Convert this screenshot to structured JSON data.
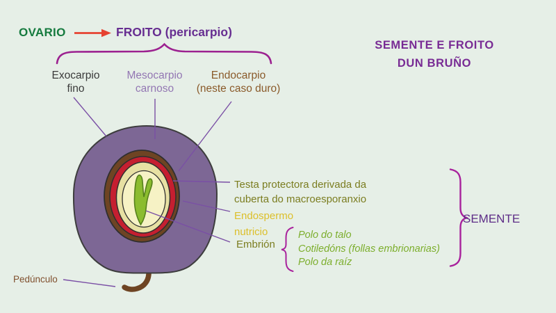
{
  "title": {
    "line1": "SEMENTE E FROITO",
    "line2": "DUN BRUÑO"
  },
  "flow": {
    "ovario": "OVARIO",
    "froito": "FROITO (pericarpio)"
  },
  "pericarp_layers": [
    {
      "label": "Exocarpio",
      "sublabel": "fino",
      "color": "#3a3a3a"
    },
    {
      "label": "Mesocarpio",
      "sublabel": "carnoso",
      "color": "#9377b3"
    },
    {
      "label": "Endocarpio",
      "sublabel": "(neste caso duro)",
      "color": "#8a5a2a"
    }
  ],
  "seed": {
    "testa_line1": "Testa protectora derivada da",
    "testa_line2": "cuberta do macroesporanxio",
    "endospermo_line1": "Endospermo",
    "endospermo_line2": "nutricio",
    "embrion": "Embrión",
    "embrion_parts": [
      "Polo do talo",
      "Cotiledóns (follas embrionarias)",
      "Polo da raíz"
    ],
    "semente": "SEMENTE"
  },
  "pedunculo": "Pedúnculo",
  "colors": {
    "background": "#e6efe7",
    "ovario_green": "#157a3e",
    "arrow_red": "#e64231",
    "froito_purple": "#672e91",
    "brace_magenta": "#9c2190",
    "title_purple": "#782b94",
    "pointer_line_purple": "#7a4fa5",
    "fruit_flesh_purple": "#7d6795",
    "endocarp_brown": "#6e4423",
    "inner_ring_red": "#c51f30",
    "testa_cream": "#e7e0a3",
    "endosperm_cream": "#f6f2c5",
    "embryo_green": "#8bbc2f",
    "outline_dark": "#3d3d3d",
    "testa_label_olive": "#7b7d20",
    "endospermo_label_yellow": "#dcbf2a",
    "embryo_parts_green": "#7cae2c",
    "semente_purple": "#5d2d87",
    "pedunculo_brown": "#80502e"
  }
}
